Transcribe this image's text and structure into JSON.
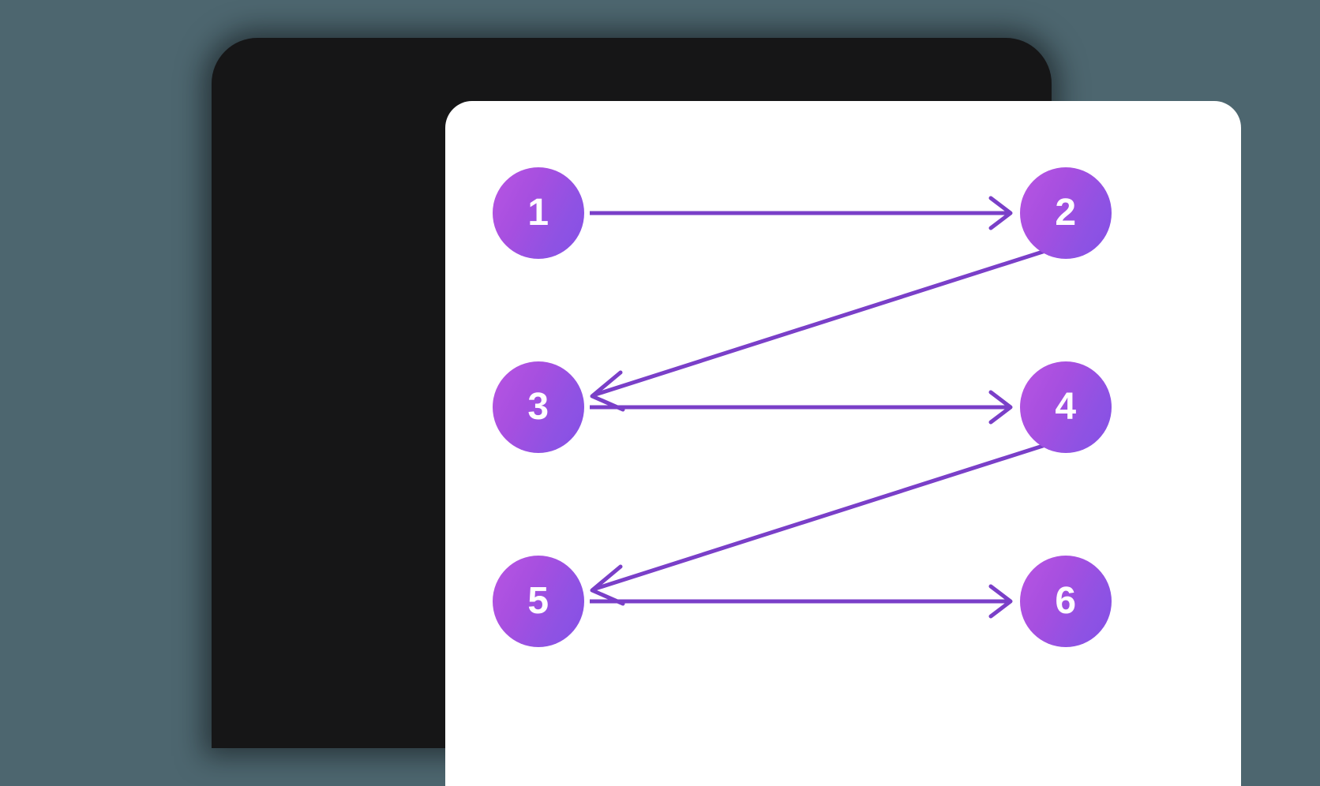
{
  "scene": {
    "background_color": "#4d666f",
    "device_frame_color": "#161617",
    "canvas_color": "#ffffff"
  },
  "diagram": {
    "title": "",
    "type": "flow-sequence",
    "node_gradient_from": "#b855e2",
    "node_gradient_to": "#8450e6",
    "edge_color": "#7a3fc8",
    "edge_width": 5,
    "nodes": [
      {
        "id": "1",
        "label": "1",
        "row": 1,
        "column": "left"
      },
      {
        "id": "2",
        "label": "2",
        "row": 1,
        "column": "right"
      },
      {
        "id": "3",
        "label": "3",
        "row": 2,
        "column": "left"
      },
      {
        "id": "4",
        "label": "4",
        "row": 2,
        "column": "right"
      },
      {
        "id": "5",
        "label": "5",
        "row": 3,
        "column": "left"
      },
      {
        "id": "6",
        "label": "6",
        "row": 3,
        "column": "right"
      }
    ],
    "edges": [
      {
        "from": "1",
        "to": "2",
        "kind": "horizontal"
      },
      {
        "from": "2",
        "to": "3",
        "kind": "diagonal"
      },
      {
        "from": "3",
        "to": "4",
        "kind": "horizontal"
      },
      {
        "from": "4",
        "to": "5",
        "kind": "diagonal"
      },
      {
        "from": "5",
        "to": "6",
        "kind": "horizontal"
      }
    ]
  }
}
